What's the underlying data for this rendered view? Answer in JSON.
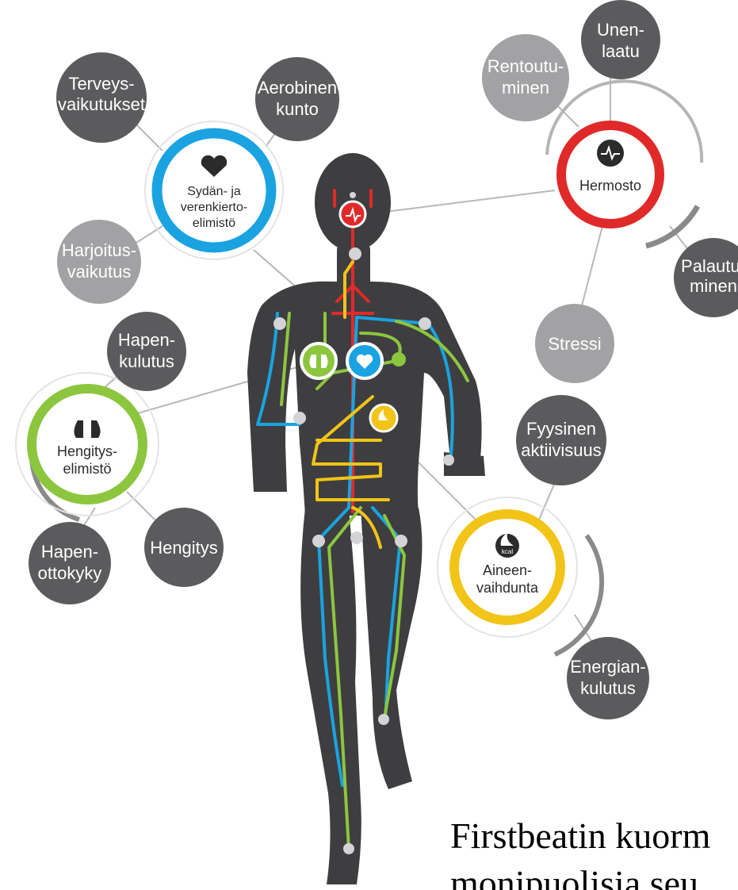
{
  "colors": {
    "dark_bubble": "#5b5b5d",
    "light_bubble": "#a2a2a4",
    "body": "#3e3e40",
    "blue": "#1aa3e0",
    "red": "#e02a2a",
    "green": "#8cc63f",
    "yellow": "#f2c418"
  },
  "systems": {
    "heart": {
      "icon": "heart-icon",
      "line1": "Sydän- ja",
      "line2": "verenkierto-",
      "line3": "elimistö"
    },
    "nervous": {
      "icon": "heartbeat-monitor-icon",
      "label": "Hermosto"
    },
    "respiratory": {
      "icon": "lungs-icon",
      "line1": "Hengitys-",
      "line2": "elimistö"
    },
    "metabolism": {
      "icon": "flame-kcal-icon",
      "icon_text": "kcal",
      "line1": "Aineen-",
      "line2": "vaihdunta"
    }
  },
  "bubbles": {
    "health_effects": [
      "Terveys-",
      "vaikutukset"
    ],
    "aerobic_fitness": [
      "Aerobinen",
      "kunto"
    ],
    "training_effect": [
      "Harjoitus-",
      "vaikutus"
    ],
    "relaxation": [
      "Rentoutu-",
      "minen"
    ],
    "sleep_quality": [
      "Unen-",
      "laatu"
    ],
    "recovery": [
      "Palautu-",
      "minen"
    ],
    "stress": [
      "Stressi"
    ],
    "oxygen_consumption": [
      "Hapen-",
      "kulutus"
    ],
    "breathing": [
      "Hengitys"
    ],
    "oxygen_uptake": [
      "Hapen-",
      "ottokyky"
    ],
    "physical_activity": [
      "Fyysinen",
      "aktiivisuus"
    ],
    "energy_expenditure": [
      "Energian-",
      "kulutus"
    ]
  },
  "caption": {
    "line1": "Firstbeatin kuorm",
    "line2": "monipuolisia seu"
  }
}
